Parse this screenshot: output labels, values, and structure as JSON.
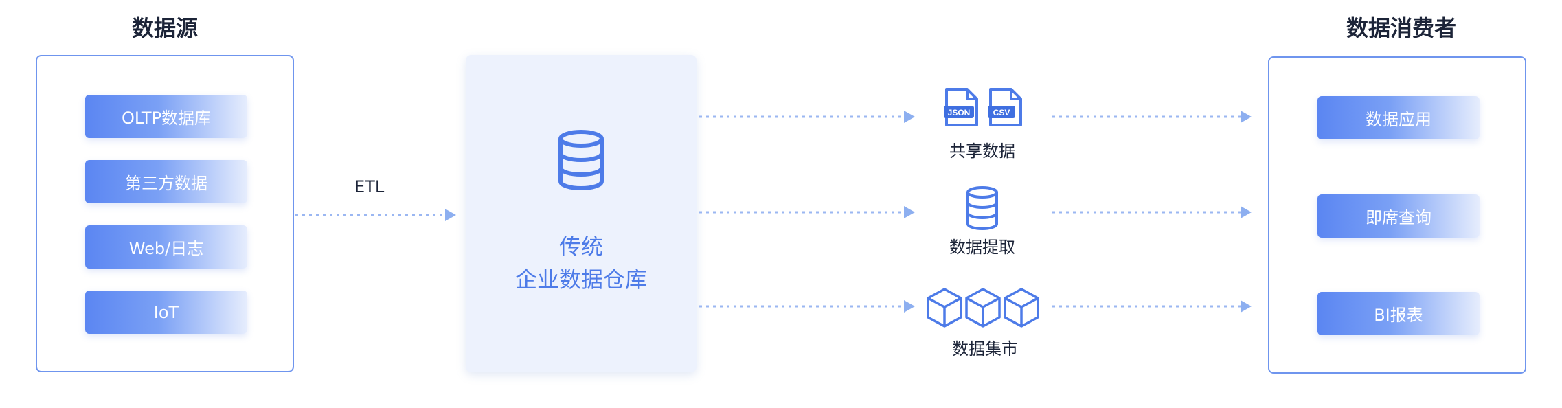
{
  "sources": {
    "title": "数据源",
    "items": [
      "OLTP数据库",
      "第三方数据",
      "Web/日志",
      "IoT"
    ]
  },
  "etl_label": "ETL",
  "warehouse": {
    "line1": "传统",
    "line2": "企业数据仓库"
  },
  "outputs": [
    {
      "label": "共享数据",
      "icons": [
        "json-file-icon",
        "csv-file-icon"
      ]
    },
    {
      "label": "数据提取",
      "icons": [
        "database-icon"
      ]
    },
    {
      "label": "数据集市",
      "icons": [
        "cube-icon",
        "cube-icon",
        "cube-icon"
      ]
    }
  ],
  "file_badges": {
    "json": "JSON",
    "csv": "CSV"
  },
  "consumers": {
    "title": "数据消费者",
    "items": [
      "数据应用",
      "即席查询",
      "BI报表"
    ]
  },
  "colors": {
    "accent": "#5b86f2",
    "border": "#6f95ee",
    "arrow": "#9bb7f2",
    "warehouse_bg": "#edf2fd",
    "title_text": "#1c2438"
  }
}
